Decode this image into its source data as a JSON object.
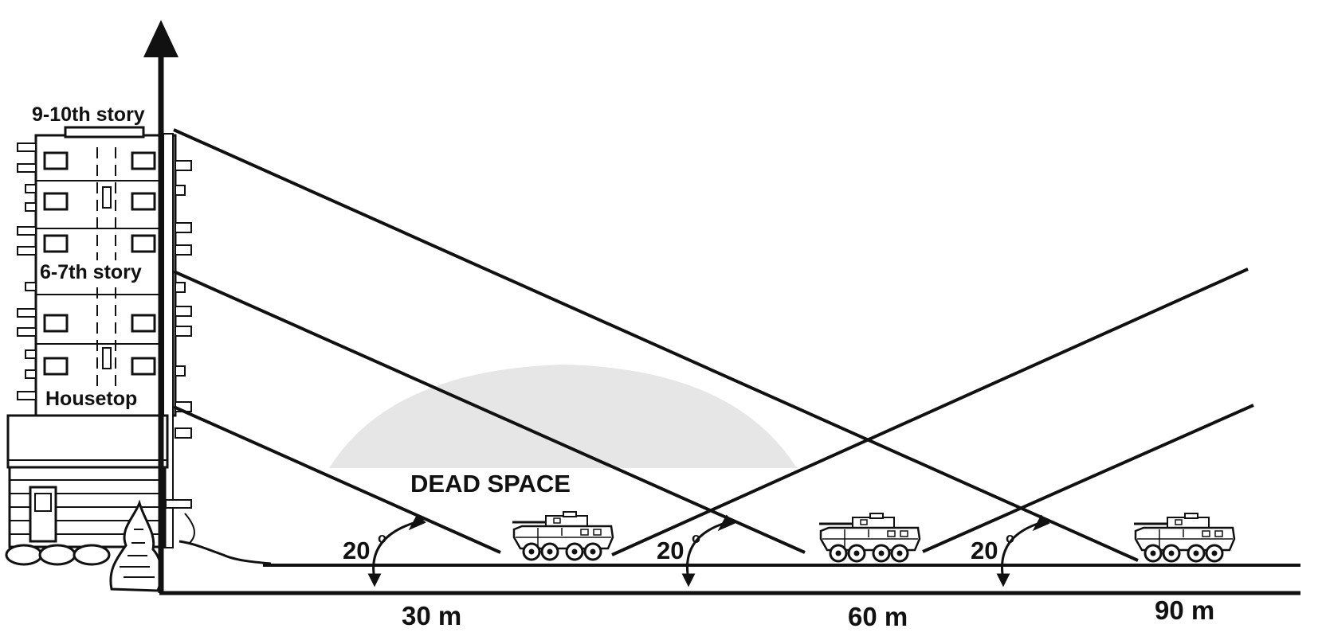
{
  "colors": {
    "ink": "#111111",
    "dead_space_fill": "#e6e6e6",
    "background": "#ffffff"
  },
  "labels": {
    "story_top": "9-10th story",
    "story_mid": "6-7th story",
    "housetop": "Housetop",
    "dead_space": "DEAD SPACE",
    "angle_1": "20",
    "angle_2": "20",
    "angle_3": "20",
    "angle_unit": "o",
    "dist_1": "30 m",
    "dist_2": "60 m",
    "dist_3": "90 m"
  },
  "icons": {
    "building": "apartment-building-icon",
    "vehicle": "armored-vehicle-icon",
    "arrow": "up-arrow-icon"
  }
}
